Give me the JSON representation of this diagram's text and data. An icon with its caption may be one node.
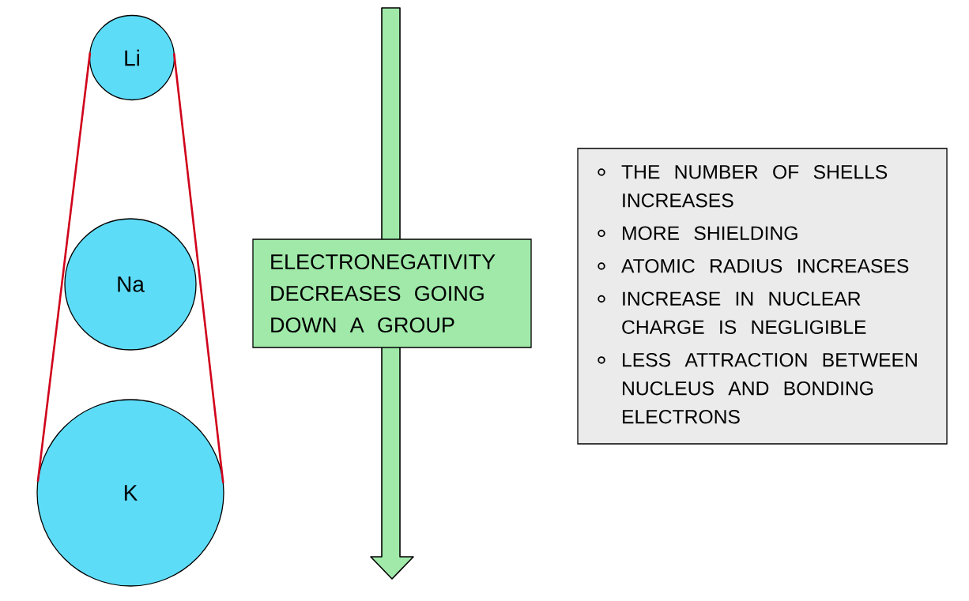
{
  "diagram": {
    "nodes": [
      {
        "text": [
          "Li"
        ]
      },
      {
        "text": [
          "Na"
        ]
      },
      {
        "text": [
          "K"
        ]
      },
      {
        "text": [
          "ELECTRONEGATIVITY DECREASES GOING DOWN A GROUP"
        ]
      },
      {
        "text": [
          "THE NUMBER OF SHELLS INCREASES",
          "MORE SHIELDING",
          "ATOMIC RADIUS INCREASES",
          "INCREASE IN NUCLEAR CHARGE IS NEGLIGIBLE",
          "LESS ATTRACTION BETWEEN NUCLEUS AND BONDING ELECTRONS"
        ]
      }
    ],
    "edges": [
      {
        "from": 0,
        "to": 2,
        "arrow": "none"
      },
      {
        "from": 0,
        "to": 2,
        "arrow": "none"
      }
    ]
  }
}
